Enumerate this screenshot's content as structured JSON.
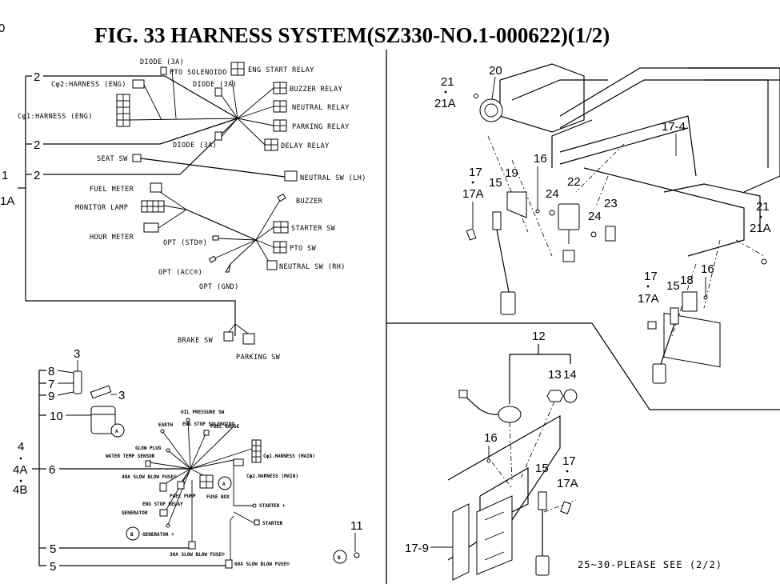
{
  "title": "FIG. 33  HARNESS SYSTEM(SZ330-NO.1-000622)(1/2)",
  "corner_mark": "0",
  "harness_upper": {
    "ref_main": "1",
    "ref_main_a": "1A",
    "refs": [
      "2",
      "2",
      "2"
    ],
    "connectors": {
      "diode_top": "DIODE (3A)",
      "pto_solenoid": "PTO SOLENOIDO",
      "eng_start_relay": "ENG START RELAY",
      "diode_mid": "DIODE (3A)",
      "cp2_harness_eng": "Cφ2:HARNESS (ENG)",
      "buzzer_relay": "BUZZER RELAY",
      "cp1_harness_eng": "Cφ1:HARNESS (ENG)",
      "neutral_relay": "NEUTRAL RELAY",
      "parking_relay": "PARKING RELAY",
      "diode_low": "DIODE (3A)",
      "delay_relay": "DELAY RELAY",
      "seat_sw": "SEAT SW",
      "neutral_sw_lh": "NEUTRAL SW (LH)",
      "fuel_meter": "FUEL METER",
      "buzzer": "BUZZER",
      "monitor_lamp": "MONITOR LAMP",
      "starter_sw": "STARTER SW",
      "hour_meter": "HOUR METER",
      "opt_std": "OPT (STD®)",
      "pto_sw": "PTO SW",
      "opt_acc": "OPT (ACC®)",
      "neutral_sw_rh": "NEUTRAL SW (RH)",
      "opt_gnd": "OPT (GND)",
      "brake_sw": "BRAKE SW",
      "parking_sw": "PARKING SW"
    }
  },
  "harness_lower": {
    "refs": {
      "r3a": "3",
      "r8": "8",
      "r7": "7",
      "r9": "9",
      "r3b": "3",
      "r10": "10",
      "r4": "4",
      "r4a": "4A",
      "r4b": "4B",
      "r6": "6",
      "r5a": "5",
      "r5b": "5",
      "r11": "11"
    },
    "markers": {
      "a1": "A",
      "a2": "A",
      "b1": "B",
      "b2": "B"
    },
    "connectors": {
      "oil_pressure_sw": "OIL PRESSURE SW",
      "earth": "EARTH",
      "eng_stop_solenoid": "ENG STOP SOLENOIDO",
      "fuel_gauge": "FUEL GAUGE",
      "glow_plug": "GLOW PLUG",
      "cp1_harness_main": "Cφ1.HARNESS (MAIN)",
      "water_temp_sensor": "WATER TEMP SENSOR",
      "slow_blow_40a": "40A SLOW BLOW FUSE®",
      "cp2_harness_main": "Cφ2.HARNESS (MAIN)",
      "fuel_pump": "FUEL PUMP",
      "fuse_box": "FUSE BOX",
      "eng_stop_relay": "ENG STOP RELAY",
      "starter_plus": "STARTER +",
      "generator": "GENERATOR",
      "starter": "STARTER",
      "generator_plus": "GENERATOR +",
      "slow_blow_30a": "30A SLOW BLOW FUSE®",
      "slow_blow_60a": "60A SLOW BLOW FUSE®"
    }
  },
  "parts_upper": {
    "r21a": "21",
    "r21a_a": "21A",
    "r20": "20",
    "r17_4": "17-4",
    "r17": "17",
    "r17a": "17A",
    "r15": "15",
    "r19": "19",
    "r16": "16",
    "r22": "22",
    "r24a": "24",
    "r24b": "24",
    "r23": "23",
    "r21b": "21",
    "r21b_a": "21A",
    "r17b": "17",
    "r17b_a": "17A",
    "r15b": "15",
    "r18": "18",
    "r16b": "16"
  },
  "parts_lower": {
    "r12": "12",
    "r13": "13",
    "r14": "14",
    "r16": "16",
    "r15": "15",
    "r17": "17",
    "r17a": "17A",
    "r17_9": "17-9"
  },
  "note": "25~30-PLEASE SEE (2/2)"
}
